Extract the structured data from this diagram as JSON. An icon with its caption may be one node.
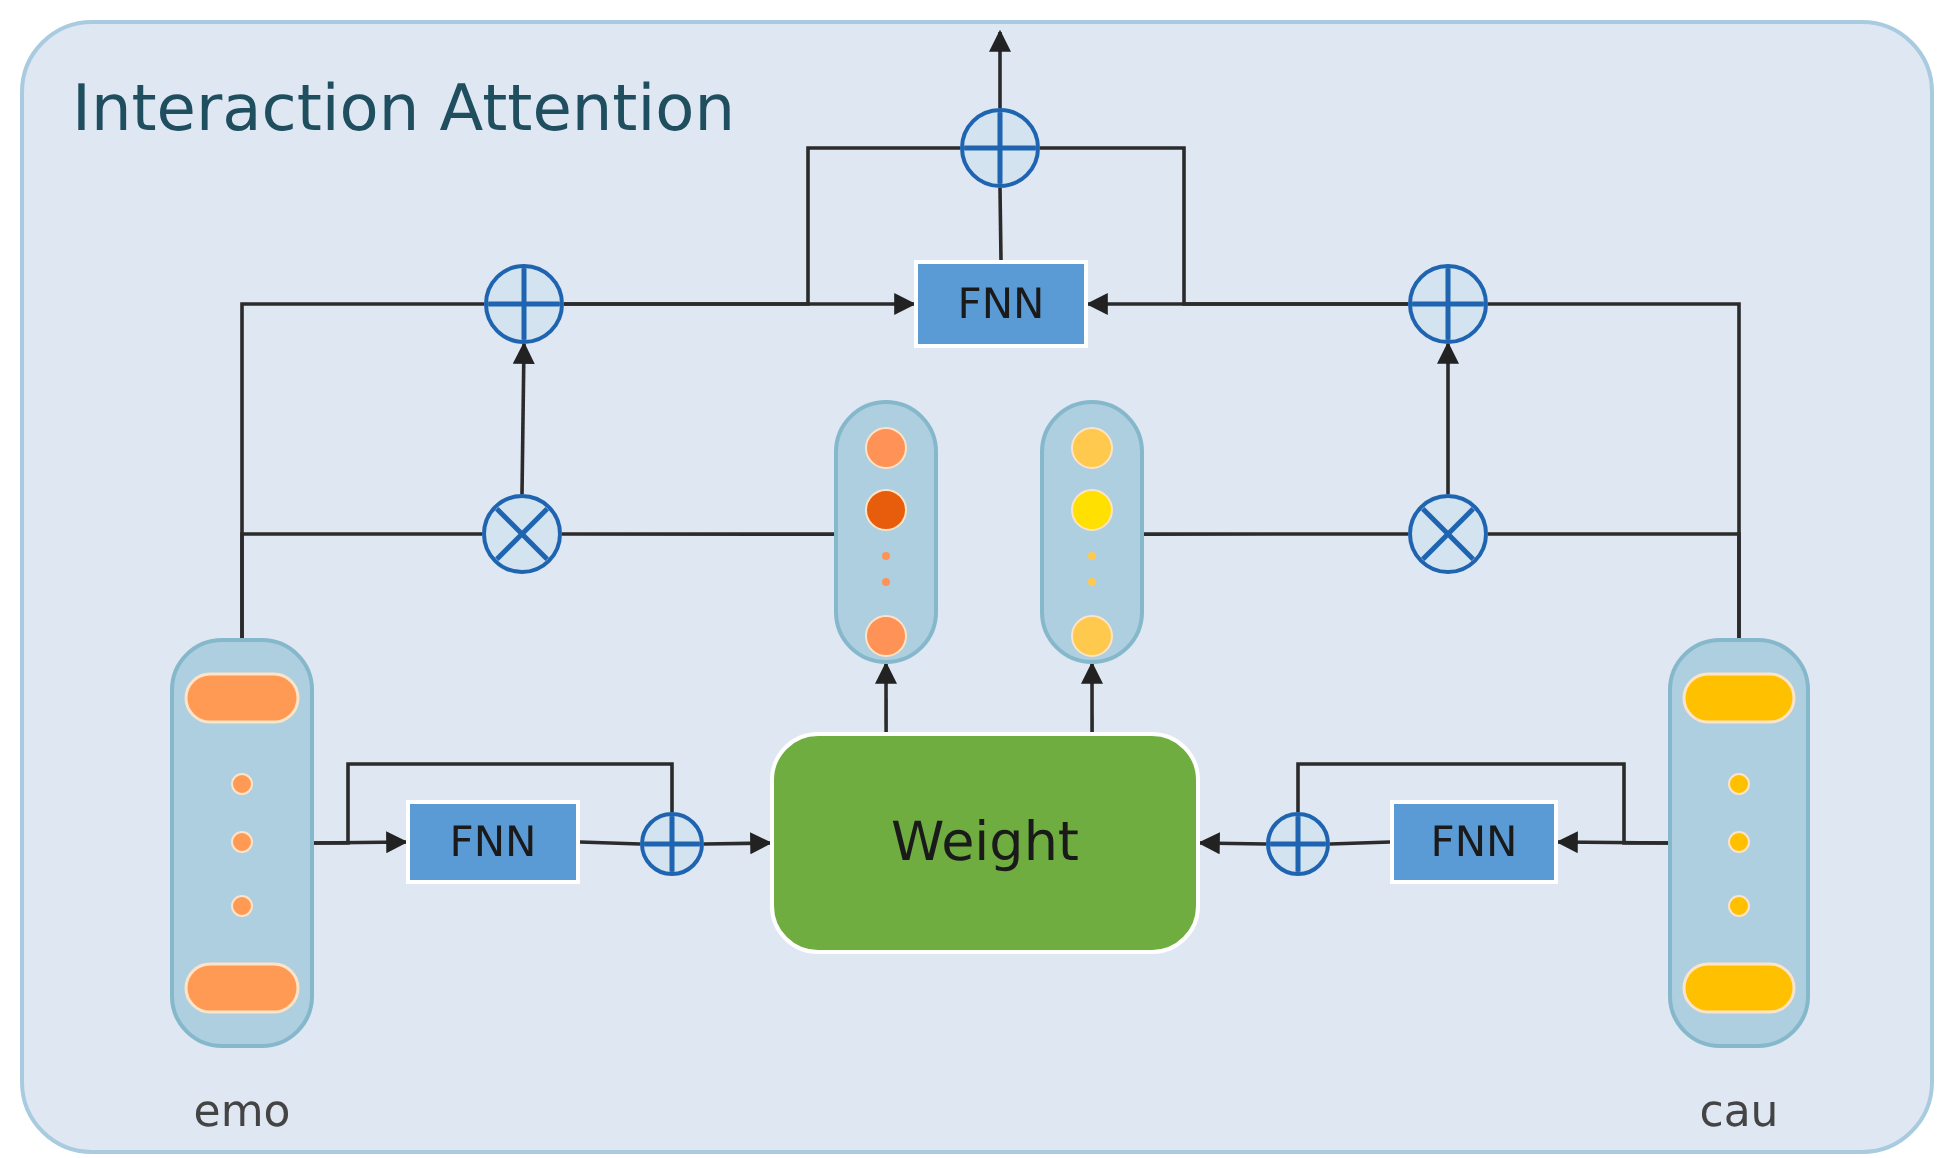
{
  "diagram": {
    "nodes": [
      {
        "text": [
          "Interaction Attention"
        ]
      },
      {
        "text": [],
        "shape": "box",
        "in": 0,
        "beside": [
          "emo"
        ]
      },
      {
        "text": [],
        "shape": "box",
        "in": 0,
        "beside": [
          "cau"
        ]
      },
      {
        "text": [
          "FNN"
        ],
        "in": 0
      },
      {
        "text": [],
        "shape": "circle",
        "in": 0
      },
      {
        "text": [
          "Weight"
        ],
        "in": 0
      },
      {
        "text": [],
        "shape": "circle",
        "in": 0
      },
      {
        "text": [
          "FNN"
        ],
        "in": 0
      },
      {
        "text": [],
        "shape": "box",
        "in": 0
      },
      {
        "text": [],
        "shape": "box",
        "in": 0
      },
      {
        "text": [],
        "shape": "circle",
        "in": 0
      },
      {
        "text": [],
        "shape": "circle",
        "in": 0
      },
      {
        "text": [],
        "shape": "circle",
        "in": 0
      },
      {
        "text": [],
        "shape": "circle",
        "in": 0
      },
      {
        "text": [
          "FNN"
        ],
        "in": 0
      },
      {
        "text": [],
        "shape": "circle",
        "in": 0
      }
    ],
    "edges": [
      {
        "from": 1,
        "to": 3,
        "arrow": "to"
      },
      {
        "from": 1,
        "to": 4,
        "arrow": "none"
      },
      {
        "from": 3,
        "to": 4,
        "arrow": "none"
      },
      {
        "from": 4,
        "to": 5,
        "arrow": "to"
      },
      {
        "from": 2,
        "to": 7,
        "arrow": "to"
      },
      {
        "from": 2,
        "to": 6,
        "arrow": "none"
      },
      {
        "from": 7,
        "to": 6,
        "arrow": "none"
      },
      {
        "from": 6,
        "to": 5,
        "arrow": "to"
      },
      {
        "from": 5,
        "to": 8,
        "arrow": "to"
      },
      {
        "from": 5,
        "to": 9,
        "arrow": "to"
      },
      {
        "from": 1,
        "to": 10,
        "arrow": "none"
      },
      {
        "from": 8,
        "to": 10,
        "arrow": "none"
      },
      {
        "from": 10,
        "to": 12,
        "arrow": "to"
      },
      {
        "from": 1,
        "to": 12,
        "arrow": "none"
      },
      {
        "from": 12,
        "to": 14,
        "arrow": "to"
      },
      {
        "from": 12,
        "to": 15,
        "arrow": "none"
      },
      {
        "from": 2,
        "to": 11,
        "arrow": "none"
      },
      {
        "from": 9,
        "to": 11,
        "arrow": "none"
      },
      {
        "from": 11,
        "to": 13,
        "arrow": "to"
      },
      {
        "from": 2,
        "to": 13,
        "arrow": "none"
      },
      {
        "from": 13,
        "to": 14,
        "arrow": "to"
      },
      {
        "from": 13,
        "to": 15,
        "arrow": "none"
      },
      {
        "from": 14,
        "to": 15,
        "arrow": "none"
      },
      {
        "from": 15,
        "to": null,
        "arrow": "to"
      }
    ]
  }
}
